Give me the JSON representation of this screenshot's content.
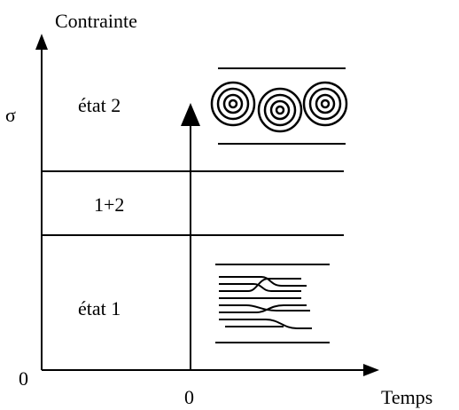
{
  "diagram": {
    "y_axis_title": "Contrainte",
    "y_symbol": "σ",
    "y_origin": "0",
    "x_origin": "0",
    "x_axis_title": "Temps",
    "region_top": "état 2",
    "region_middle": "1+2",
    "region_bottom": "état 1"
  }
}
